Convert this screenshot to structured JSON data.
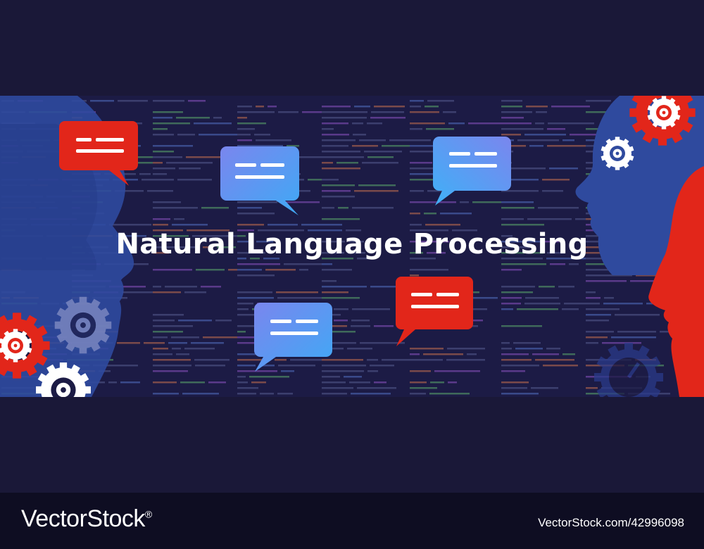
{
  "banner": {
    "title": "Natural Language Processing"
  },
  "footer": {
    "brand": "VectorStock",
    "registered_mark": "®",
    "image_id": "VectorStock.com/42996098"
  },
  "colors": {
    "page_bg": "#1a1838",
    "banner_bg": "#1c1b45",
    "head_blue": "#3452a8",
    "accent_red": "#e2261a",
    "bubble_blue": "#4aa8f0",
    "bubble_violet": "#7b8cf0",
    "gear_white": "#ffffff"
  },
  "icons": [
    "speech-bubble-icon",
    "gear-icon",
    "gauge-icon",
    "human-head-profile"
  ]
}
